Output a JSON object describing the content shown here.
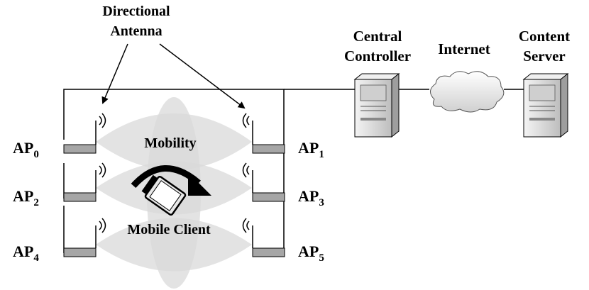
{
  "labels": {
    "directional_antenna_line1": "Directional",
    "directional_antenna_line2": "Antenna",
    "central_controller_line1": "Central",
    "central_controller_line2": "Controller",
    "internet": "Internet",
    "content_server_line1": "Content",
    "content_server_line2": "Server",
    "mobility": "Mobility",
    "mobile_client": "Mobile Client"
  },
  "access_points": [
    {
      "prefix": "AP",
      "index": "0"
    },
    {
      "prefix": "AP",
      "index": "1"
    },
    {
      "prefix": "AP",
      "index": "2"
    },
    {
      "prefix": "AP",
      "index": "3"
    },
    {
      "prefix": "AP",
      "index": "4"
    },
    {
      "prefix": "AP",
      "index": "5"
    }
  ],
  "colors": {
    "line": "#000000",
    "coverage": "#d9d9d9",
    "coverage_overlap": "#c4c4c4",
    "ap_base": "#a6a6a6",
    "server_body": "#e6e6e6"
  },
  "icons": {
    "server": "server-icon",
    "cloud": "cloud-icon",
    "mobile": "mobile-device-icon",
    "arrow": "mobility-arrow-icon",
    "antenna": "antenna-icon"
  }
}
